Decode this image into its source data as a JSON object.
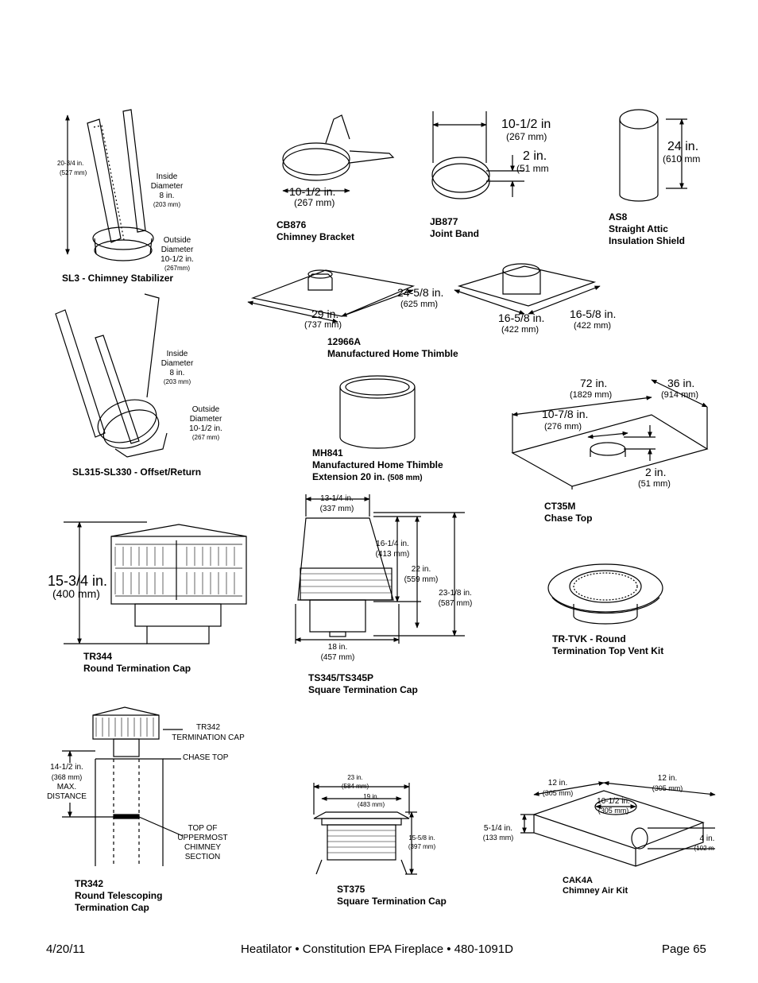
{
  "footer": {
    "date": "4/20/11",
    "center": "Heatilator • Constitution EPA Fireplace • 480-1091D",
    "page": "Page  65"
  },
  "items": {
    "sl3": {
      "code": "SL3 - Chimney Stabilizer",
      "d1": "20-3/4 in.",
      "d1mm": "(527 mm)",
      "inside1": "Inside",
      "inside2": "Diameter",
      "inside3": "8 in.",
      "insidemm": "(203 mm)",
      "outside1": "Outside",
      "outside2": "Diameter",
      "outside3": "10-1/2 in.",
      "outsidemm": "(267mm)"
    },
    "cb876": {
      "code": "CB876",
      "name": "Chimney Bracket",
      "d1": "10-1/2 in.",
      "d1mm": "(267 mm)"
    },
    "jb877": {
      "code": "JB877",
      "name": "Joint Band",
      "d1": "10-1/2 in",
      "d1mm": "(267 mm)",
      "d2": "2 in.",
      "d2mm": "(51 mm"
    },
    "as8": {
      "code": "AS8",
      "name1": "Straight Attic",
      "name2": "Insulation Shield",
      "d1": "24 in.",
      "d1mm": "(610 mm"
    },
    "thimble": {
      "code": "12966A",
      "name": "Manufactured Home Thimble",
      "d1": "29 in.",
      "d1mm": "(737 mm)",
      "d2": "24-5/8 in.",
      "d2mm": "(625 mm)",
      "d3": "16-5/8 in.",
      "d3mm": "(422 mm)",
      "d4": "16-5/8 in.",
      "d4mm": "(422 mm)"
    },
    "sl315": {
      "code": "SL315-SL330 - Offset/Return",
      "inside1": "Inside",
      "inside2": "Diameter",
      "inside3": "8 in.",
      "insidemm": "(203 mm)",
      "outside1": "Outside",
      "outside2": "Diameter",
      "outside3": "10-1/2 in.",
      "outsidemm": "(267 mm)"
    },
    "mh841": {
      "code": "MH841",
      "name1": "Manufactured Home Thimble",
      "name2": "Extension 20 in.",
      "name2mm": "(508 mm)"
    },
    "ct35m": {
      "code": "CT35M",
      "name": "Chase Top",
      "d1": "72 in.",
      "d1mm": "(1829 mm)",
      "d2": "36 in.",
      "d2mm": "(914 mm)",
      "d3": "10-7/8 in.",
      "d3mm": "(276 mm)",
      "d4": "2 in.",
      "d4mm": "(51 mm)"
    },
    "tr344": {
      "code": "TR344",
      "name": "Round Termination Cap",
      "d1": "15-3/4 in.",
      "d1mm": "(400 mm)"
    },
    "ts345": {
      "code": "TS345/TS345P",
      "name": "Square Termination Cap",
      "d1": "13-1/4 in.",
      "d1mm": "(337 mm)",
      "d2": "16-1/4 in.",
      "d2mm": "(413 mm)",
      "d3": "22 in.",
      "d3mm": "(559 mm)",
      "d4": "23-1/8 in.",
      "d4mm": "(587 mm)",
      "d5": "18 in.",
      "d5mm": "(457 mm)"
    },
    "trtvk": {
      "code": "TR-TVK - Round",
      "name": "Termination Top Vent Kit"
    },
    "tr342": {
      "code": "TR342",
      "name1": "Round Telescoping",
      "name2": "Termination Cap",
      "call1a": "TR342",
      "call1b": "TERMINATION CAP",
      "call2": "CHASE TOP",
      "call3a": "TOP OF",
      "call3b": "UPPERMOST",
      "call3c": "CHIMNEY",
      "call3d": "SECTION",
      "d1": "14-1/2 in.",
      "d1mm": "(368 mm)",
      "d1a": "MAX.",
      "d1b": "DISTANCE"
    },
    "st375": {
      "code": "ST375",
      "name": "Square Termination Cap",
      "d1": "23 in.",
      "d1mm": "(584 mm)",
      "d2": "19 in.",
      "d2mm": "(483 mm)",
      "d3": "15-5/8 in.",
      "d3mm": "(397 mm)"
    },
    "cak4a": {
      "code": "CAK4A",
      "name": "Chimney Air Kit",
      "d1": "12 in.",
      "d1mm": "(305 mm)",
      "d2": "12 in.",
      "d2mm": "(305 mm)",
      "d3": "10-1/2 in.",
      "d3mm": "(305 mm)",
      "d4": "5-1/4 in.",
      "d4mm": "(133 mm)",
      "d5": "4 in.",
      "d5mm": "(102 m"
    }
  }
}
